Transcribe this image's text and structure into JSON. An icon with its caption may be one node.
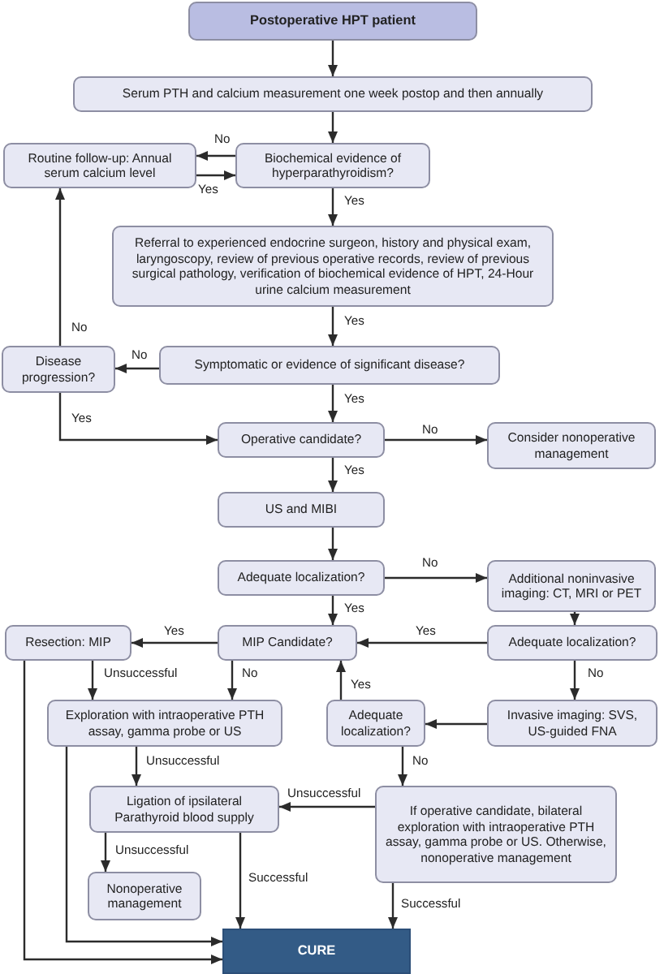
{
  "diagram": {
    "nodes": [
      {
        "text": [
          "Postoperative HPT patient"
        ]
      },
      {
        "text": [
          "Serum PTH and calcium measurement one week postop and then annually"
        ]
      },
      {
        "text": [
          "Routine follow-up: Annual serum calcium level"
        ]
      },
      {
        "text": [
          "Biochemical evidence of hyperparathyroidism?"
        ]
      },
      {
        "text": [
          "Referral to experienced endocrine surgeon, history and physical exam, laryngoscopy, review of previous operative records, review of previous surgical pathology, verification of biochemical evidence of HPT, 24-Hour urine calcium measurement"
        ]
      },
      {
        "text": [
          "Disease progression?"
        ]
      },
      {
        "text": [
          "Symptomatic or evidence of significant disease?"
        ]
      },
      {
        "text": [
          "Operative candidate?"
        ]
      },
      {
        "text": [
          "Consider nonoperative management"
        ]
      },
      {
        "text": [
          "US and MIBI"
        ]
      },
      {
        "text": [
          "Adequate localization?"
        ]
      },
      {
        "text": [
          "Additional noninvasive imaging: CT, MRI or PET"
        ]
      },
      {
        "text": [
          "Resection: MIP"
        ]
      },
      {
        "text": [
          "MIP Candidate?"
        ]
      },
      {
        "text": [
          "Adequate localization?"
        ]
      },
      {
        "text": [
          "Exploration with intraoperative PTH assay, gamma probe or US"
        ]
      },
      {
        "text": [
          "Adequate localization?"
        ]
      },
      {
        "text": [
          "Invasive imaging: SVS, US-guided FNA"
        ]
      },
      {
        "text": [
          "Ligation of ipsilateral Parathyroid blood supply"
        ]
      },
      {
        "text": [
          "If operative candidate, bilateral exploration with intraoperative PTH assay, gamma probe or US. Otherwise, nonoperative management"
        ]
      },
      {
        "text": [
          "Nonoperative management"
        ]
      },
      {
        "text": [
          "CURE"
        ]
      }
    ],
    "edges": [
      {
        "from": 0,
        "to": 1,
        "arrow": "to"
      },
      {
        "from": 1,
        "to": 3,
        "arrow": "to"
      },
      {
        "from": 3,
        "to": 2,
        "arrow": "to",
        "label": "No"
      },
      {
        "from": 2,
        "to": 3,
        "arrow": "to",
        "label": "Yes"
      },
      {
        "from": 3,
        "to": 4,
        "arrow": "to",
        "label": "Yes"
      },
      {
        "from": 4,
        "to": 6,
        "arrow": "to",
        "label": "Yes"
      },
      {
        "from": 6,
        "to": 5,
        "arrow": "to",
        "label": "No"
      },
      {
        "from": 5,
        "to": 2,
        "arrow": "to",
        "label": "No"
      },
      {
        "from": 5,
        "to": 7,
        "arrow": "to",
        "label": "Yes"
      },
      {
        "from": 6,
        "to": 7,
        "arrow": "to",
        "label": "Yes"
      },
      {
        "from": 7,
        "to": 8,
        "arrow": "to",
        "label": "No"
      },
      {
        "from": 7,
        "to": 9,
        "arrow": "to",
        "label": "Yes"
      },
      {
        "from": 9,
        "to": 10,
        "arrow": "to"
      },
      {
        "from": 10,
        "to": 11,
        "arrow": "to",
        "label": "No"
      },
      {
        "from": 10,
        "to": 13,
        "arrow": "to",
        "label": "Yes"
      },
      {
        "from": 11,
        "to": 14,
        "arrow": "to"
      },
      {
        "from": 14,
        "to": 13,
        "arrow": "to",
        "label": "Yes"
      },
      {
        "from": 13,
        "to": 12,
        "arrow": "to",
        "label": "Yes"
      },
      {
        "from": 13,
        "to": 15,
        "arrow": "to",
        "label": "No"
      },
      {
        "from": 12,
        "to": 15,
        "arrow": "to",
        "label": "Unsuccessful"
      },
      {
        "from": 14,
        "to": 17,
        "arrow": "to",
        "label": "No"
      },
      {
        "from": 17,
        "to": 16,
        "arrow": "to"
      },
      {
        "from": 16,
        "to": 13,
        "arrow": "to",
        "label": "Yes"
      },
      {
        "from": 16,
        "to": 19,
        "arrow": "to",
        "label": "No"
      },
      {
        "from": 15,
        "to": 18,
        "arrow": "to",
        "label": "Unsuccessful"
      },
      {
        "from": 19,
        "to": 18,
        "arrow": "to",
        "label": "Unsuccessful"
      },
      {
        "from": 18,
        "to": 20,
        "arrow": "to",
        "label": "Unsuccessful"
      },
      {
        "from": 18,
        "to": 21,
        "arrow": "to",
        "label": "Successful"
      },
      {
        "from": 19,
        "to": 21,
        "arrow": "to",
        "label": "Successful"
      },
      {
        "from": 15,
        "to": 21,
        "arrow": "to"
      },
      {
        "from": 12,
        "to": 21,
        "arrow": "to"
      }
    ]
  }
}
